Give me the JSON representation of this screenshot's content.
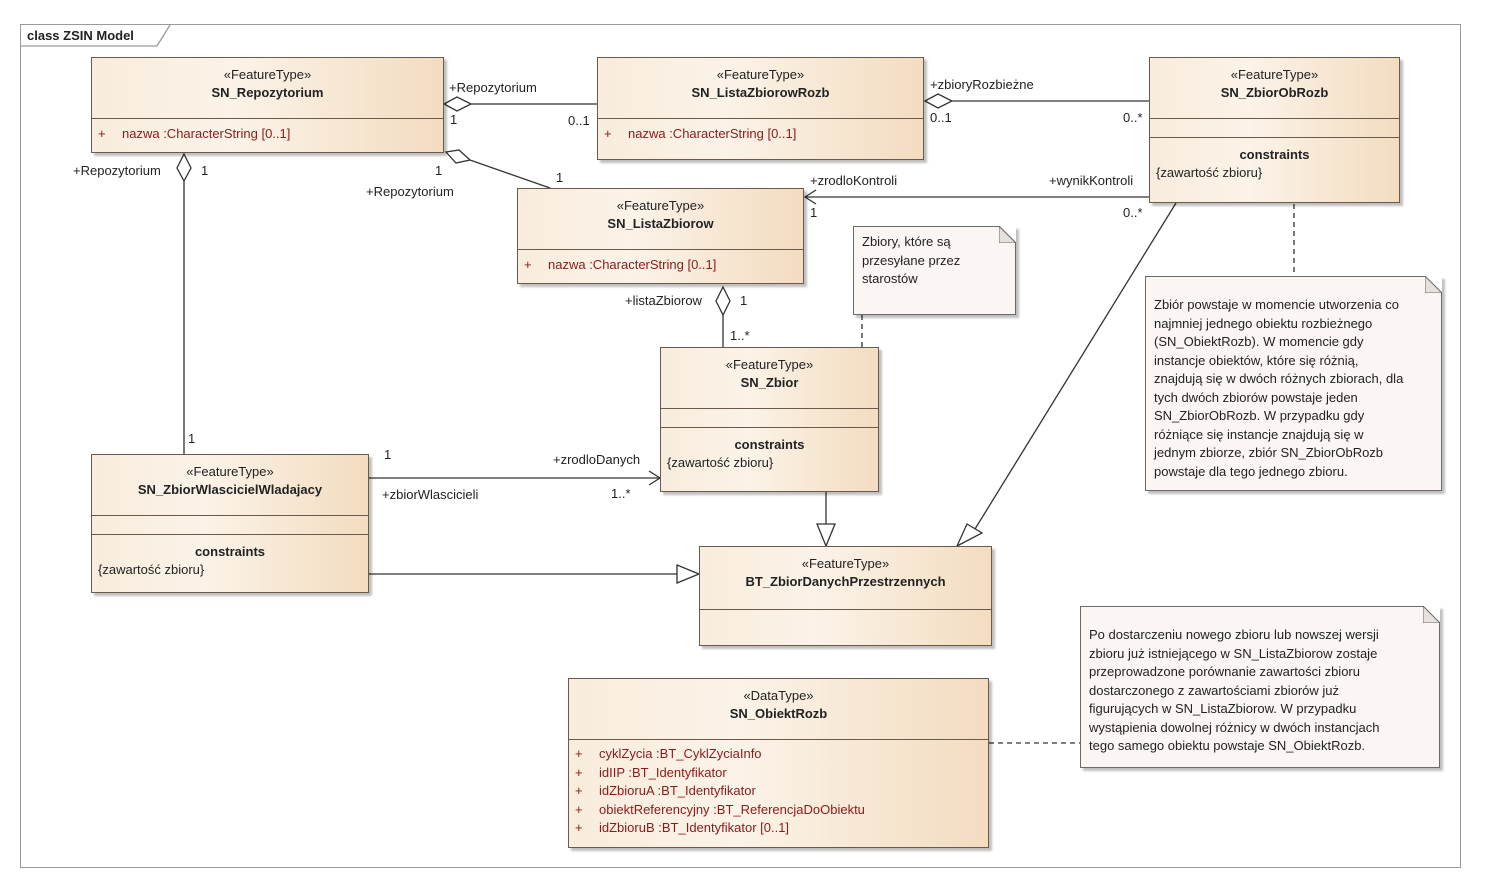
{
  "diagram": {
    "title": "class ZSIN Model"
  },
  "classes": {
    "repo": {
      "stereotype": "«FeatureType»",
      "name": "SN_Repozytorium",
      "attributes": [
        {
          "plus": "+",
          "text": "nazwa  :CharacterString [0..1]"
        }
      ]
    },
    "listaRozb": {
      "stereotype": "«FeatureType»",
      "name": "SN_ListaZbiorowRozb",
      "attributes": [
        {
          "plus": "+",
          "text": "nazwa  :CharacterString [0..1]"
        }
      ]
    },
    "obRozb": {
      "stereotype": "«FeatureType»",
      "name": "SN_ZbiorObRozb",
      "constraints_title": "constraints",
      "constraint": "{zawartość zbioru}"
    },
    "lista": {
      "stereotype": "«FeatureType»",
      "name": "SN_ListaZbiorow",
      "attributes": [
        {
          "plus": "+",
          "text": "nazwa  :CharacterString [0..1]"
        }
      ]
    },
    "zbior": {
      "stereotype": "«FeatureType»",
      "name": "SN_Zbior",
      "constraints_title": "constraints",
      "constraint": "{zawartość zbioru}"
    },
    "wlasc": {
      "stereotype": "«FeatureType»",
      "name": "SN_ZbiorWlascicielWladajacy",
      "constraints_title": "constraints",
      "constraint": "{zawartość zbioru}"
    },
    "bt": {
      "stereotype": "«FeatureType»",
      "name": "BT_ZbiorDanychPrzestrzennych"
    },
    "obiekt": {
      "stereotype": "«DataType»",
      "name": "SN_ObiektRozb",
      "attributes": [
        {
          "plus": "+",
          "text": "cyklZycia  :BT_CyklZyciaInfo"
        },
        {
          "plus": "+",
          "text": "idIIP  :BT_Identyfikator"
        },
        {
          "plus": "+",
          "text": "idZbioruA  :BT_Identyfikator"
        },
        {
          "plus": "+",
          "text": "obiektReferencyjny  :BT_ReferencjaDoObiektu"
        },
        {
          "plus": "+",
          "text": "idZbioruB  :BT_Identyfikator [0..1]"
        }
      ]
    }
  },
  "notes": {
    "starostow": [
      "Zbiory, które są",
      "przesyłane przez",
      "starostów"
    ],
    "obRozb": [
      "Zbiór powstaje w momencie utworzenia co",
      "najmniej jednego obiektu rozbieżnego",
      "(SN_ObiektRozb). W momencie gdy",
      "instancje obiektów, które się różnią,",
      "znajdują się w dwóch różnych zbiorach, dla",
      "tych dwóch zbiorów powstaje jeden",
      "SN_ZbiorObRozb. W przypadku gdy",
      "różniące się instancje znajdują się w",
      "jednym zbiorze, zbiór SN_ZbiorObRozb",
      "powstaje dla tego jednego zbioru."
    ],
    "obiekt": [
      "Po dostarczeniu nowego zbioru lub nowszej wersji",
      "zbioru już istniejącego w SN_ListaZbiorow zostaje",
      "przeprowadzone porównanie zawartości zbioru",
      "dostarczonego z zawartościami zbiorów już",
      "figurujących w SN_ListaZbiorow. W przypadku",
      "wystąpienia dowolnej różnicy w dwóch instancjach",
      "tego samego obiektu powstaje SN_ObiektRozb."
    ]
  },
  "labels": {
    "repo_rozb_role": "+Repozytorium",
    "repo_rozb_m1": "1",
    "repo_rozb_m2": "0..1",
    "rozb_ob_role": "+zbioryRozbieżne",
    "rozb_ob_m1": "0..1",
    "rozb_ob_m2": "0..*",
    "repo_wl_role": "+Repozytorium",
    "repo_wl_m1": "1",
    "repo_wl_m2": "1",
    "repo_lista_role": "+Repozytorium",
    "repo_lista_m1": "1",
    "repo_lista_m2": "1",
    "ob_lista_role1": "+zrodloKontroli",
    "ob_lista_m1": "1",
    "ob_lista_role2": "+wynikKontroli",
    "ob_lista_m2": "0..*",
    "lista_zbior_role": "+listaZbiorow",
    "lista_zbior_m1": "1",
    "lista_zbior_m2": "1..*",
    "wl_zbior_m1": "1",
    "wl_zbior_role1": "+zrodloDanych",
    "wl_zbior_role2": "+zbiorWlascicieli",
    "wl_zbior_m2": "1..*"
  }
}
